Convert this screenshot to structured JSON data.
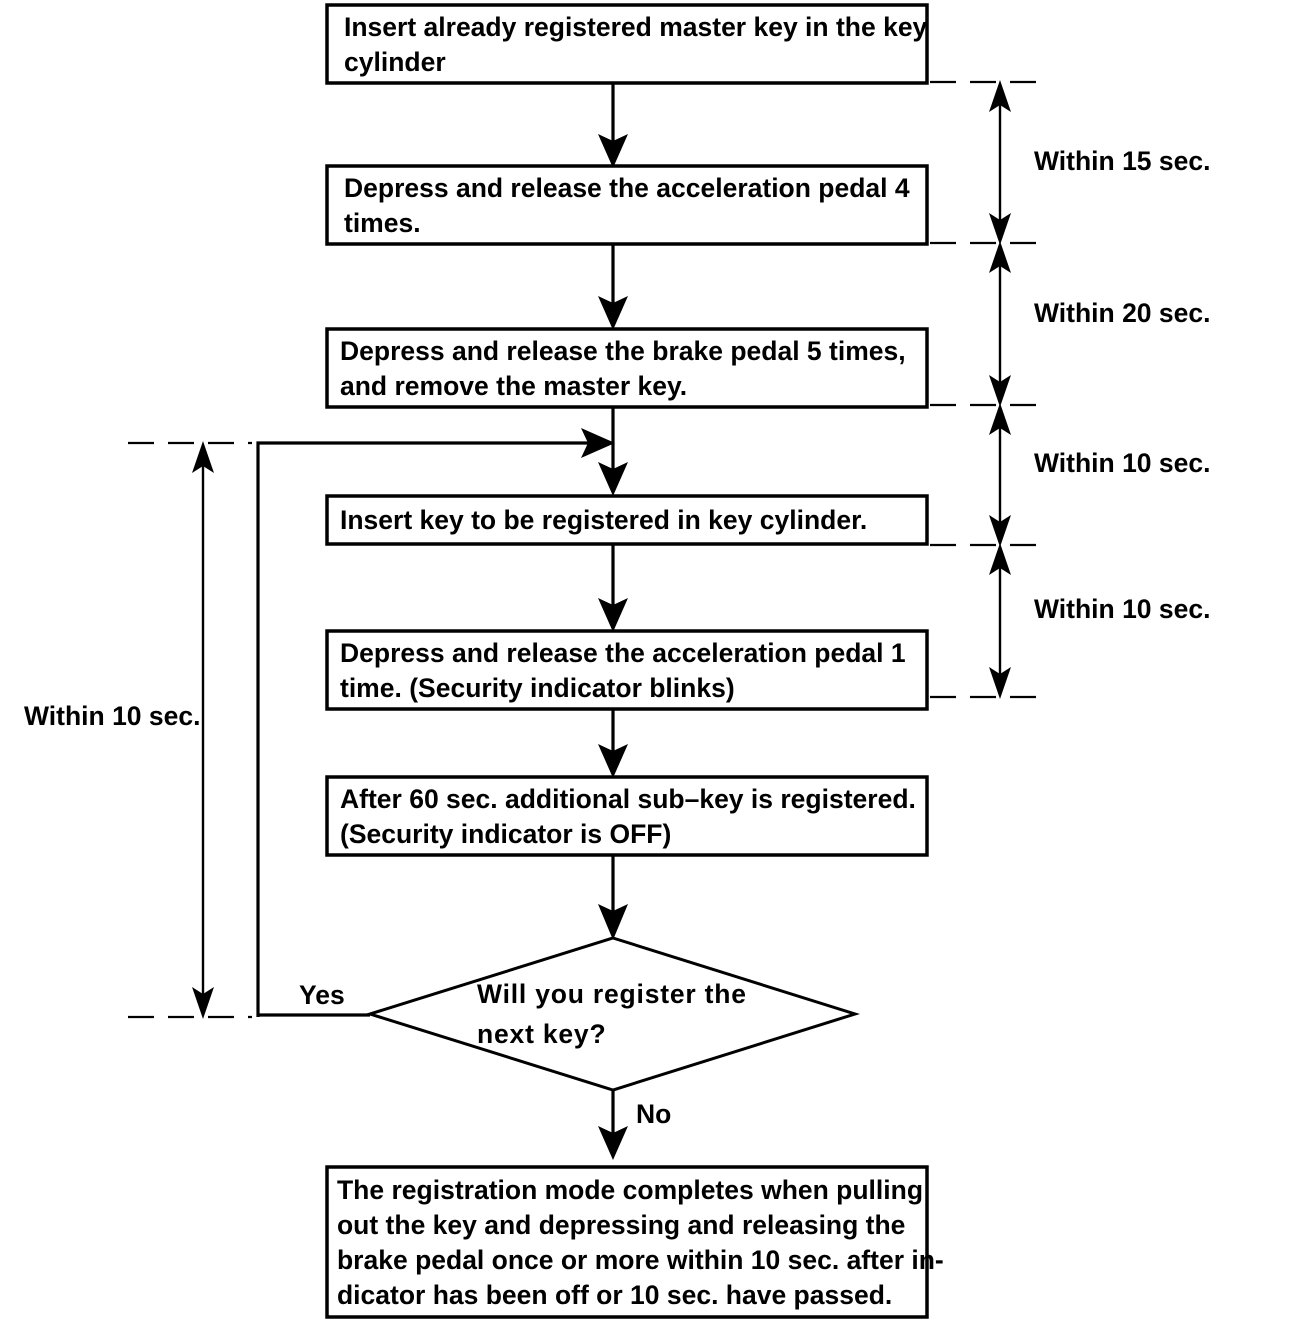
{
  "diagram": {
    "type": "flowchart",
    "title": "Key registration procedure flowchart",
    "nodes": [
      {
        "id": "step1",
        "shape": "process",
        "lines": [
          "Insert already registered master key in the key",
          "cylinder"
        ]
      },
      {
        "id": "step2",
        "shape": "process",
        "lines": [
          "Depress and release the acceleration pedal 4",
          "times."
        ]
      },
      {
        "id": "step3",
        "shape": "process",
        "lines": [
          "Depress and release the brake pedal 5 times,",
          "and remove the master key."
        ]
      },
      {
        "id": "step4",
        "shape": "process",
        "lines": [
          "Insert key to be registered in key cylinder."
        ]
      },
      {
        "id": "step5",
        "shape": "process",
        "lines": [
          "Depress and release the acceleration pedal 1",
          "time. (Security indicator blinks)"
        ]
      },
      {
        "id": "step6",
        "shape": "process",
        "lines": [
          "After 60 sec. additional sub–key is registered.",
          "(Security indicator is OFF)"
        ]
      },
      {
        "id": "decision",
        "shape": "decision",
        "lines": [
          "Will  you  register  the",
          "next key?"
        ]
      },
      {
        "id": "step7",
        "shape": "process",
        "lines": [
          "The registration mode completes when pulling",
          "out the key and depressing and releasing the",
          "brake pedal once or more within 10 sec. after in-",
          "dicator has been off or 10 sec. have passed."
        ]
      }
    ],
    "edge_labels": {
      "yes": "Yes",
      "no": "No"
    },
    "timings_right": [
      {
        "id": "t1",
        "label": "Within 15 sec."
      },
      {
        "id": "t2",
        "label": "Within 20 sec."
      },
      {
        "id": "t3",
        "label": "Within 10 sec."
      },
      {
        "id": "t4",
        "label": "Within 10 sec."
      }
    ],
    "timings_left": [
      {
        "id": "t5",
        "label": "Within 10 sec."
      }
    ],
    "colors": {
      "stroke": "#000000",
      "fill": "#ffffff",
      "text": "#000000"
    }
  }
}
